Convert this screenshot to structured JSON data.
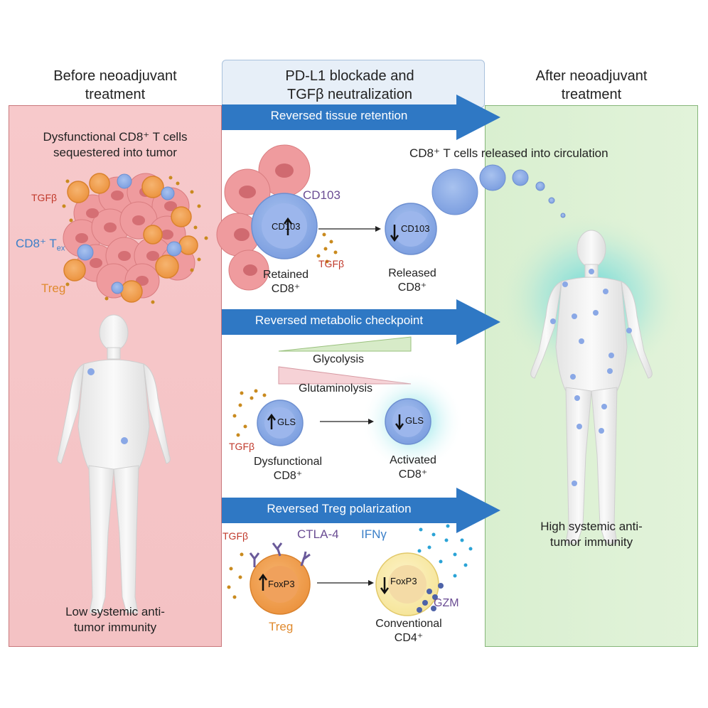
{
  "header": {
    "title_left": [
      "Before neoadjuvant",
      "treatment"
    ],
    "title_center": [
      "PD-L1 blockade and",
      "TGFβ neutralization"
    ],
    "title_right": [
      "After neoadjuvant",
      "treatment"
    ]
  },
  "left_panel": {
    "caption": [
      "Dysfunctional CD8⁺ T cells",
      "sequestered into tumor"
    ],
    "tgfb": "TGFβ",
    "cd8_tex": "CD8⁺ T",
    "cd8_tex_sub": "ex",
    "treg": "Treg",
    "bottom": [
      "Low systemic anti-",
      "tumor immunity"
    ]
  },
  "arrows": {
    "a1": "Reversed tissue retention",
    "a2": "Reversed metabolic checkpoint",
    "a3": "Reversed Treg polarization"
  },
  "retention": {
    "released_caption": "CD8⁺ T cells released into circulation",
    "cd103_top": "CD103",
    "cd103_cell": "CD103",
    "cd103_released": "CD103",
    "tgfb": "TGFβ",
    "retained": [
      "Retained",
      "CD8⁺"
    ],
    "released": [
      "Released",
      "CD8⁺"
    ]
  },
  "metabolic": {
    "glycolysis": "Glycolysis",
    "glutaminolysis": "Glutaminolysis",
    "gls_left": "GLS",
    "gls_right": "GLS",
    "tgfb": "TGFβ",
    "dysfunctional": [
      "Dysfunctional",
      "CD8⁺"
    ],
    "activated": [
      "Activated",
      "CD8⁺"
    ]
  },
  "treg": {
    "tgfb": "TGFβ",
    "ctla4": "CTLA-4",
    "ifng": "IFNγ",
    "foxp3_left": "FoxP3",
    "foxp3_right": "FoxP3",
    "gzm": "GZM",
    "treg_label": "Treg",
    "conventional": [
      "Conventional",
      "CD4⁺"
    ]
  },
  "right_panel": {
    "bottom": [
      "High systemic anti-",
      "tumor immunity"
    ]
  },
  "colors": {
    "arrow": "#2f78c4",
    "red_label": "#c0392b",
    "blue_label": "#3a7fc8",
    "orange_label": "#e08a2e",
    "purple_label": "#6a4c93"
  }
}
